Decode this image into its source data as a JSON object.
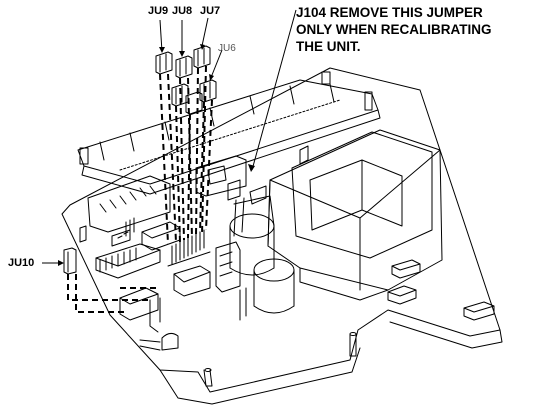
{
  "labels": {
    "ju9": "JU9",
    "ju8": "JU8",
    "ju7": "JU7",
    "ju6": "JU6",
    "ju10": "JU10"
  },
  "note": {
    "line1": "J104  REMOVE THIS JUMPER",
    "line2": "ONLY WHEN RECALIBRATING",
    "line3": "THE UNIT."
  }
}
